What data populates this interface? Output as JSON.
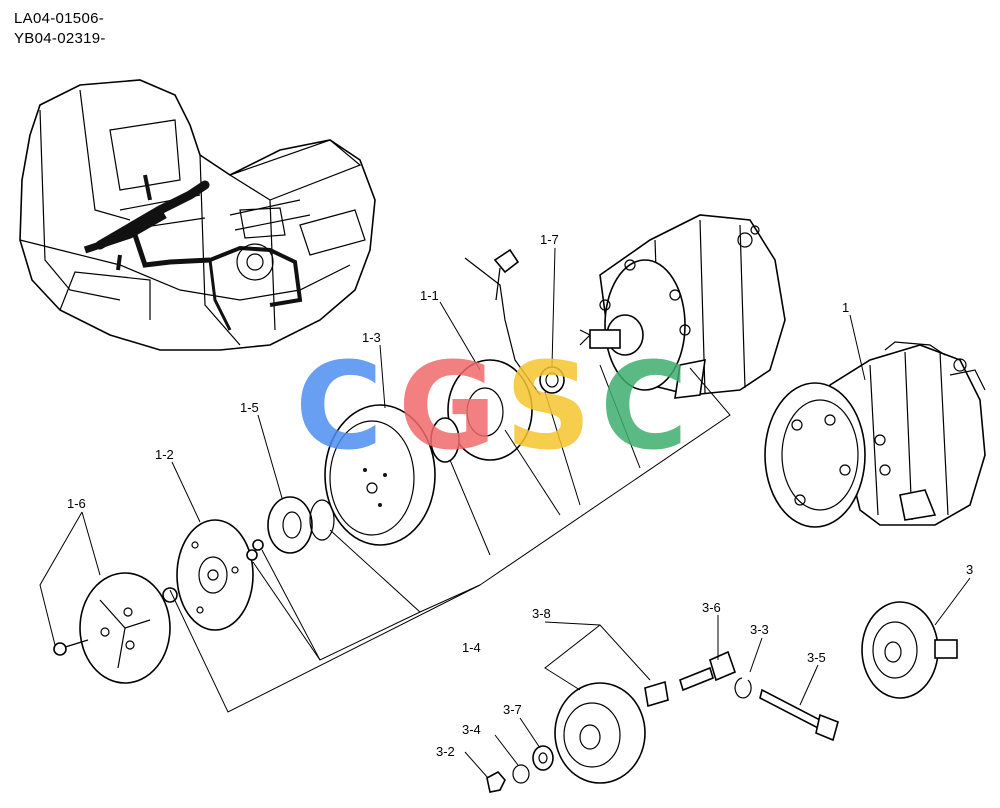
{
  "serials": [
    "LA04-01506-",
    "YB04-02319-"
  ],
  "watermark": {
    "text": "CGSC",
    "colors": [
      "#4f8ff0",
      "#f06a6a",
      "#f5c52e",
      "#3fae6e"
    ]
  },
  "callouts": {
    "p1": "1",
    "p1_1": "1-1",
    "p1_2": "1-2",
    "p1_3": "1-3",
    "p1_4": "1-4",
    "p1_5": "1-5",
    "p1_6": "1-6",
    "p1_7": "1-7",
    "p3": "3",
    "p3_2": "3-2",
    "p3_3": "3-3",
    "p3_4": "3-4",
    "p3_5": "3-5",
    "p3_6": "3-6",
    "p3_7": "3-7",
    "p3_8": "3-8"
  }
}
